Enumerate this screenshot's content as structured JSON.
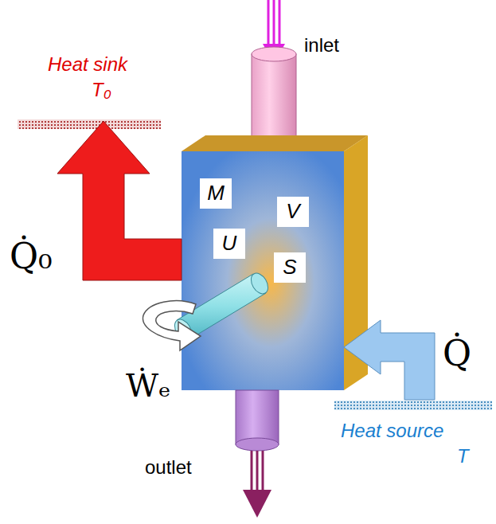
{
  "diagram": {
    "nodes": [
      {
        "text": [
          "M"
        ]
      },
      {
        "text": [
          "V"
        ]
      },
      {
        "text": [
          "U"
        ]
      },
      {
        "text": [
          "S"
        ]
      }
    ],
    "labels": [
      "inlet",
      "Heat sink",
      "T₀",
      "Q̇₀",
      "Ẇₑ",
      "Q̇",
      "Heat source",
      "T",
      "outlet"
    ]
  }
}
